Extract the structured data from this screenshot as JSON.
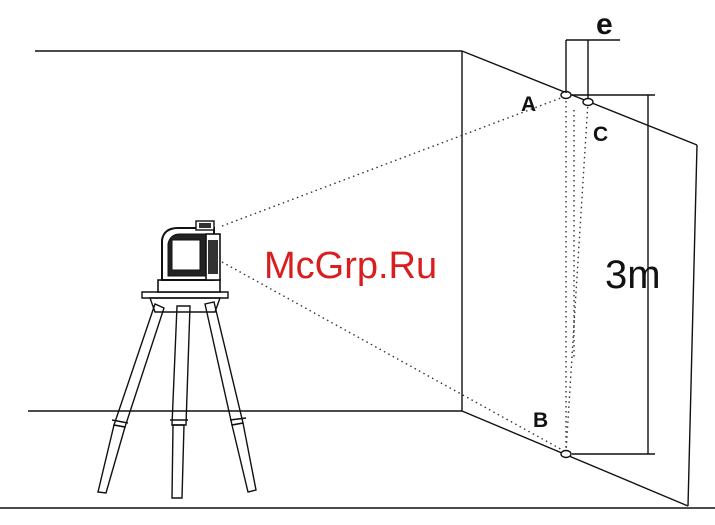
{
  "labels": {
    "point_a": "A",
    "point_b": "B",
    "point_c": "C",
    "offset": "e",
    "distance": "3m"
  },
  "watermark": {
    "text": "McGrp.Ru",
    "color": "#d81e1e"
  },
  "colors": {
    "line": "#111111",
    "background": "#ffffff"
  }
}
